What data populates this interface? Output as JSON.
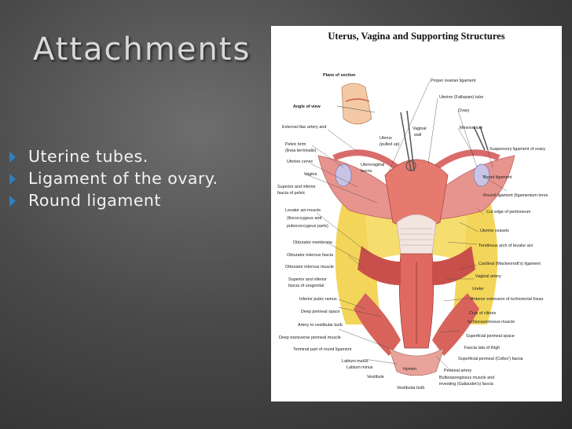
{
  "slide": {
    "title": "Attachments"
  },
  "bullets": [
    "Uterine tubes.",
    "Ligament of the ovary.",
    "Round ligament"
  ],
  "figure": {
    "title": "Uterus, Vagina and Supporting Structures",
    "inset_title": "Plane of section",
    "inset_label": "Angle of view",
    "left_labels": [
      "External iliac artery and",
      "Pelvic brim",
      "(linea terminalis)",
      "Uterine cervix",
      "Vagina",
      "Superior and inferior",
      "fascia of pelvic",
      "Levator ani muscle",
      "(iliococcygeus and",
      "pubococcygeus parts)",
      "Obturator membrane",
      "Obturator internus fascia",
      "Obturator internus muscle",
      "Superior and inferior",
      "fascia of urogenital",
      "Inferior pubic ramus",
      "Deep perineal space",
      "Artery to vestibular bulb",
      "Deep transverse perineal muscle",
      "Terminal part of round ligament",
      "Labium maius",
      "Labium minus",
      "Vestibule"
    ],
    "center_labels": [
      "Uterus",
      "(pulled up)",
      "Vaginal",
      "wall",
      "Uterovaginal",
      "fascia",
      "Hymen",
      "Vestibular bulb"
    ],
    "right_labels": [
      "Proper ovarian ligament",
      "Uterine (Fallopian) tube",
      "Ovary",
      "Mesovarium",
      "Suspensory ligament of ovary",
      "Broad ligament",
      "Round ligament (ligamentum teres",
      "Cut edge of peritoneum",
      "Uterine vessels",
      "Tendinous arch of levator ani",
      "Cardinal (Mackenrodt's) ligament",
      "Vaginal artery",
      "Ureter",
      "Anterior extension of ischiorectal fossa",
      "Crus of clitoris",
      "Ischiocavernosus muscle",
      "Superficial perineal space",
      "Fascia lata of thigh",
      "Superficial perineal (Colles') fascia",
      "Perineal artery",
      "Bulbospongiosus muscle and",
      "investing (Gallaudet's) fascia"
    ]
  }
}
